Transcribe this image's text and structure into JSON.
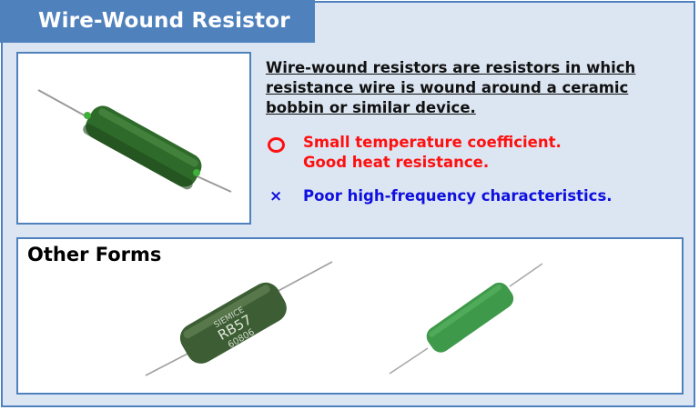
{
  "title": "Wire-Wound Resistor",
  "description": "Wire-wound resistors are resistors in which resistance wire is wound around a ceramic bobbin or similar device.",
  "advantages": {
    "mark": "circle",
    "lines": [
      "Small temperature coefficient.",
      "Good heat resistance."
    ],
    "color": "#ff1010"
  },
  "disadvantages": {
    "mark": "×",
    "lines": [
      "Poor high-frequency characteristics."
    ],
    "color": "#1010e0"
  },
  "other_forms": {
    "title": "Other Forms",
    "images": [
      {
        "name": "dark-green-resistor",
        "markings": [
          "SIEMICE",
          "RB57",
          "60806"
        ]
      },
      {
        "name": "light-green-resistor"
      }
    ]
  },
  "colors": {
    "accent": "#4f81bd",
    "panel_bg": "#dce6f2"
  }
}
